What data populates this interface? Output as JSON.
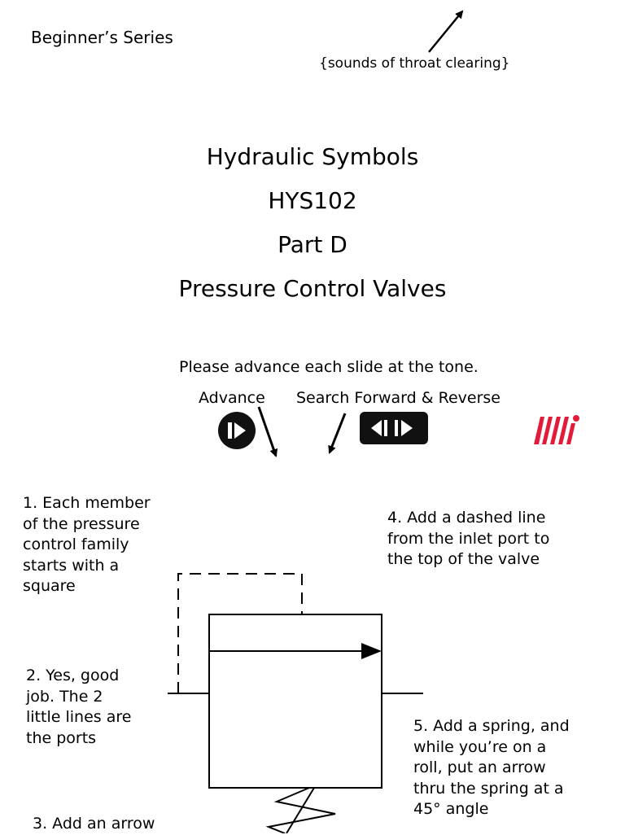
{
  "header": {
    "series": "Beginner’s Series",
    "aside": "{sounds of throat clearing}"
  },
  "title": {
    "line1": "Hydraulic Symbols",
    "line2": "HYS102",
    "line3": "Part D",
    "line4": "Pressure Control Valves"
  },
  "controls": {
    "instruction": "Please advance each slide at the tone.",
    "advance_label": "Advance",
    "search_label": "Search Forward & Reverse",
    "advance_icon": "play-step-icon",
    "search_icon": "rewind-forward-icon"
  },
  "logo": {
    "name": "mi-logo",
    "color": "#e31b3a"
  },
  "notes": {
    "n1": "1.  Each member of the pressure control family starts with a square",
    "n2": "2. Yes, good job. The 2 little lines are the ports",
    "n3": "3.  Add an arrow",
    "n4": "4.  Add a dashed line from the inlet port to the top of the valve",
    "n5": "5. Add a spring, and while you’re on a roll, put an arrow thru the spring at a 45° angle"
  }
}
